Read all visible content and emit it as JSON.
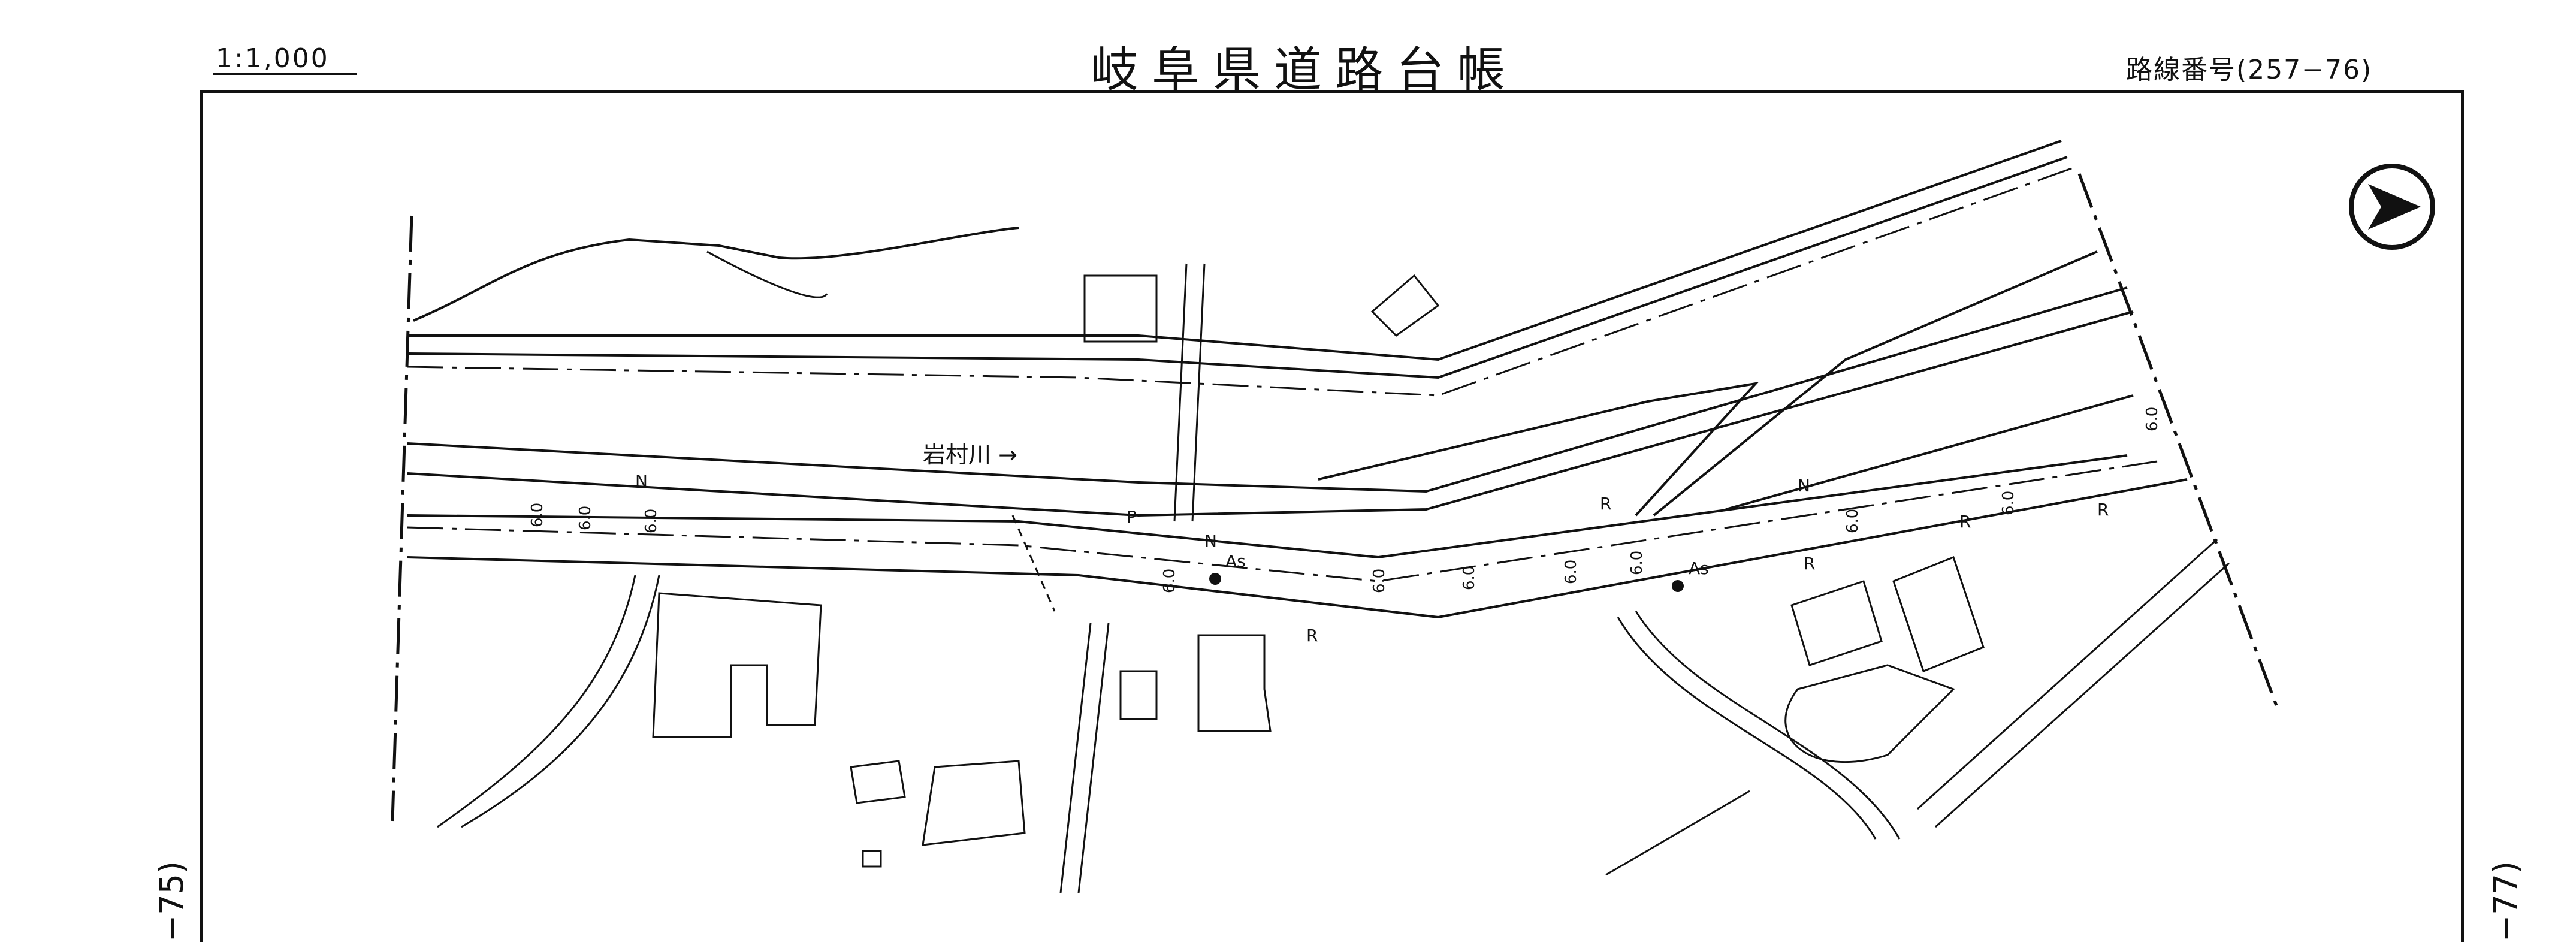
{
  "header": {
    "scale": "1:1,000",
    "title": "岐阜県道路台帳",
    "route": "路線番号(257−76)"
  },
  "sheet_refs": {
    "left": "−75)",
    "right": "−77)"
  },
  "map": {
    "river_label": "岩村川 →",
    "surface_labels": [
      "As",
      "As"
    ],
    "width_labels": [
      "6.0",
      "6.0",
      "6.0",
      "6.0",
      "6.0",
      "6.0",
      "6.0",
      "6.0",
      "6.0",
      "6.0",
      "6.0"
    ],
    "edge_codes": [
      "N",
      "N",
      "N",
      "P",
      "R",
      "R",
      "R",
      "R",
      "R"
    ],
    "north_arrow_icon": "north-arrow-icon",
    "line_color": "#111111"
  }
}
